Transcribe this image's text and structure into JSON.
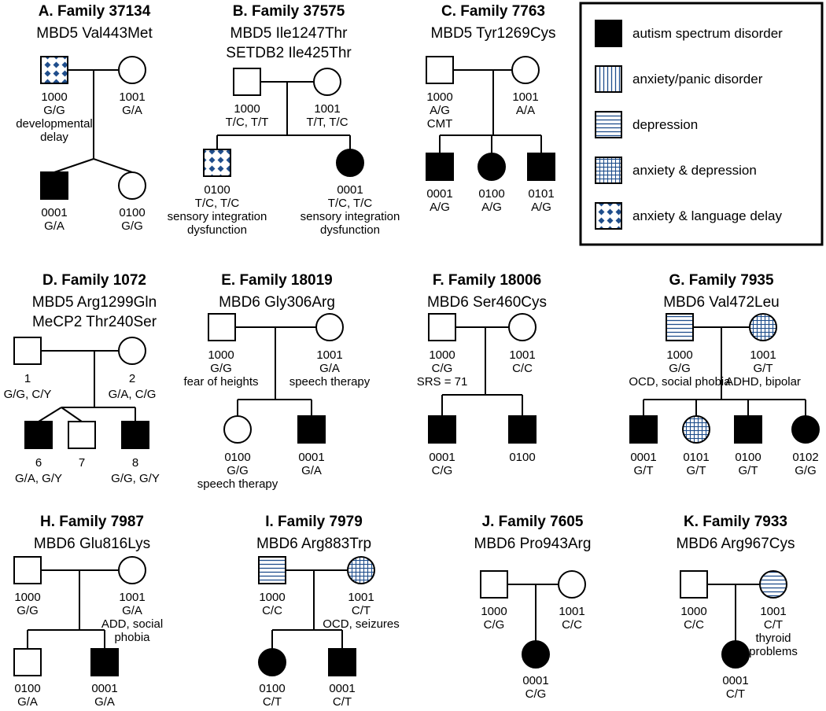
{
  "colors": {
    "affected": "#000000",
    "pattern": "#1f4e8c",
    "line": "#000000",
    "background": "#ffffff"
  },
  "legend": [
    {
      "label": "autism spectrum disorder",
      "fill": "filled"
    },
    {
      "label": "anxiety/panic disorder",
      "fill": "vlines"
    },
    {
      "label": "depression",
      "fill": "hlines"
    },
    {
      "label": "anxiety & depression",
      "fill": "grid"
    },
    {
      "label": "anxiety & language delay",
      "fill": "diamonds"
    }
  ],
  "families": [
    {
      "id": "A",
      "title": "A. Family 37134",
      "variants": [
        "MBD5 Val443Met"
      ],
      "members": [
        {
          "shape": "square",
          "fill": "diamonds",
          "text": [
            "1000",
            "G/G",
            "developmental",
            "delay"
          ]
        },
        {
          "shape": "circle",
          "fill": "none",
          "text": [
            "1001",
            "G/A"
          ]
        },
        {
          "shape": "square",
          "fill": "filled",
          "text": [
            "0001",
            "G/A"
          ]
        },
        {
          "shape": "circle",
          "fill": "none",
          "text": [
            "0100",
            "G/G"
          ]
        }
      ]
    },
    {
      "id": "B",
      "title": "B. Family 37575",
      "variants": [
        "MBD5 Ile1247Thr",
        "SETDB2 Ile425Thr"
      ],
      "members": [
        {
          "shape": "square",
          "fill": "none",
          "text": [
            "1000",
            "T/C, T/T"
          ]
        },
        {
          "shape": "circle",
          "fill": "none",
          "text": [
            "1001",
            "T/T, T/C"
          ]
        },
        {
          "shape": "square",
          "fill": "diamonds",
          "text": [
            "0100",
            "T/C, T/C",
            "sensory integration",
            "dysfunction"
          ]
        },
        {
          "shape": "circle",
          "fill": "filled",
          "text": [
            "0001",
            "T/C, T/C",
            "sensory integration",
            "dysfunction"
          ]
        }
      ]
    },
    {
      "id": "C",
      "title": "C. Family 7763",
      "variants": [
        "MBD5 Tyr1269Cys"
      ],
      "members": [
        {
          "shape": "square",
          "fill": "none",
          "text": [
            "1000",
            "A/G",
            "CMT"
          ]
        },
        {
          "shape": "circle",
          "fill": "none",
          "text": [
            "1001",
            "A/A"
          ]
        },
        {
          "shape": "square",
          "fill": "filled",
          "text": [
            "0001",
            "A/G"
          ]
        },
        {
          "shape": "circle",
          "fill": "filled",
          "text": [
            "0100",
            "A/G"
          ]
        },
        {
          "shape": "square",
          "fill": "filled",
          "text": [
            "0101",
            "A/G"
          ]
        }
      ]
    },
    {
      "id": "D",
      "title": "D. Family 1072",
      "variants": [
        "MBD5 Arg1299Gln",
        "MeCP2 Thr240Ser"
      ],
      "members": [
        {
          "shape": "square",
          "fill": "none",
          "text": [
            "1",
            "G/G, C/Y"
          ]
        },
        {
          "shape": "circle",
          "fill": "none",
          "text": [
            "2",
            "G/A, C/G"
          ]
        },
        {
          "shape": "square",
          "fill": "filled",
          "text": [
            "6",
            "G/A, G/Y"
          ]
        },
        {
          "shape": "square",
          "fill": "none",
          "text": [
            "7"
          ]
        },
        {
          "shape": "square",
          "fill": "filled",
          "text": [
            "8",
            "G/G, G/Y"
          ]
        }
      ]
    },
    {
      "id": "E",
      "title": "E. Family 18019",
      "variants": [
        "MBD6 Gly306Arg"
      ],
      "members": [
        {
          "shape": "square",
          "fill": "none",
          "text": [
            "1000",
            "G/G",
            "fear of heights"
          ]
        },
        {
          "shape": "circle",
          "fill": "none",
          "text": [
            "1001",
            "G/A",
            "speech therapy"
          ]
        },
        {
          "shape": "circle",
          "fill": "none",
          "text": [
            "0100",
            "G/G",
            "speech therapy"
          ]
        },
        {
          "shape": "square",
          "fill": "filled",
          "text": [
            "0001",
            "G/A"
          ]
        }
      ]
    },
    {
      "id": "F",
      "title": "F. Family 18006",
      "variants": [
        "MBD6 Ser460Cys"
      ],
      "members": [
        {
          "shape": "square",
          "fill": "none",
          "text": [
            "1000",
            "C/G",
            "SRS = 71"
          ]
        },
        {
          "shape": "circle",
          "fill": "none",
          "text": [
            "1001",
            "C/C"
          ]
        },
        {
          "shape": "square",
          "fill": "filled",
          "text": [
            "0001",
            "C/G"
          ]
        },
        {
          "shape": "square",
          "fill": "filled",
          "text": [
            "0100"
          ]
        }
      ]
    },
    {
      "id": "G",
      "title": "G. Family 7935",
      "variants": [
        "MBD6 Val472Leu"
      ],
      "members": [
        {
          "shape": "square",
          "fill": "hlines",
          "text": [
            "1000",
            "G/G",
            "OCD, social phobia"
          ]
        },
        {
          "shape": "circle",
          "fill": "grid",
          "text": [
            "1001",
            "G/T",
            "ADHD, bipolar"
          ]
        },
        {
          "shape": "square",
          "fill": "filled",
          "text": [
            "0001",
            "G/T"
          ]
        },
        {
          "shape": "circle",
          "fill": "grid",
          "text": [
            "0101",
            "G/T"
          ]
        },
        {
          "shape": "square",
          "fill": "filled",
          "text": [
            "0100",
            "G/T"
          ]
        },
        {
          "shape": "circle",
          "fill": "filled",
          "text": [
            "0102",
            "G/G"
          ]
        }
      ]
    },
    {
      "id": "H",
      "title": "H. Family 7987",
      "variants": [
        "MBD6 Glu816Lys"
      ],
      "members": [
        {
          "shape": "square",
          "fill": "none",
          "text": [
            "1000",
            "G/G"
          ]
        },
        {
          "shape": "circle",
          "fill": "none",
          "text": [
            "1001",
            "G/A",
            "ADD, social",
            "phobia"
          ]
        },
        {
          "shape": "square",
          "fill": "none",
          "text": [
            "0100",
            "G/A"
          ]
        },
        {
          "shape": "square",
          "fill": "filled",
          "text": [
            "0001",
            "G/A"
          ]
        }
      ]
    },
    {
      "id": "I",
      "title": "I. Family 7979",
      "variants": [
        "MBD6 Arg883Trp"
      ],
      "members": [
        {
          "shape": "square",
          "fill": "hlines",
          "text": [
            "1000",
            "C/C"
          ]
        },
        {
          "shape": "circle",
          "fill": "grid",
          "text": [
            "1001",
            "C/T",
            "OCD, seizures"
          ]
        },
        {
          "shape": "circle",
          "fill": "filled",
          "text": [
            "0100",
            "C/T"
          ]
        },
        {
          "shape": "square",
          "fill": "filled",
          "text": [
            "0001",
            "C/T"
          ]
        }
      ]
    },
    {
      "id": "J",
      "title": "J. Family 7605",
      "variants": [
        "MBD6 Pro943Arg"
      ],
      "members": [
        {
          "shape": "square",
          "fill": "none",
          "text": [
            "1000",
            "C/G"
          ]
        },
        {
          "shape": "circle",
          "fill": "none",
          "text": [
            "1001",
            "C/C"
          ]
        },
        {
          "shape": "circle",
          "fill": "filled",
          "text": [
            "0001",
            "C/G"
          ]
        }
      ]
    },
    {
      "id": "K",
      "title": "K. Family 7933",
      "variants": [
        "MBD6 Arg967Cys"
      ],
      "members": [
        {
          "shape": "square",
          "fill": "none",
          "text": [
            "1000",
            "C/C"
          ]
        },
        {
          "shape": "circle",
          "fill": "hlines",
          "text": [
            "1001",
            "C/T",
            "thyroid",
            "problems"
          ]
        },
        {
          "shape": "circle",
          "fill": "filled",
          "text": [
            "0001",
            "C/T"
          ]
        }
      ]
    }
  ]
}
